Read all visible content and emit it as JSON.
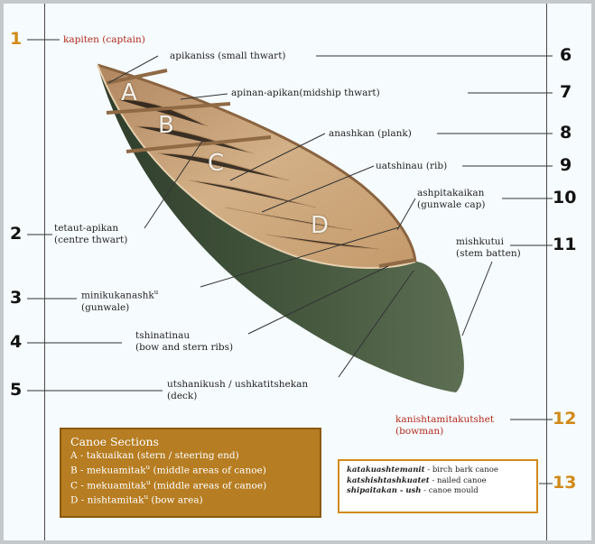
{
  "colors": {
    "label_red": "#b22a1d",
    "number_gold": "#d28a1a",
    "sections_box_bg": "#b67d22",
    "hull_green": "#3f4f3a",
    "wood": "#c9a27a"
  },
  "labels": {
    "captain": "kapiten (captain)",
    "small_thwart": "apikaniss (small thwart)",
    "midship_thwart": "apinan-apikan(midship thwart)",
    "plank": "anashkan (plank)",
    "rib": "uatshinau (rib)",
    "gunwale_cap": [
      "ashpitakaikan",
      "(gunwale cap)"
    ],
    "stem_batten": [
      "mishkutui",
      "(stem batten)"
    ],
    "centre_thwart": [
      "tetaut-apikan",
      "(centre thwart)"
    ],
    "gunwale": [
      "minikukanashk",
      "u",
      "(gunwale)"
    ],
    "ribs": [
      "tshinatinau",
      "(bow and stern ribs)"
    ],
    "deck": [
      "utshanikush / ushkatitshekan",
      "(deck)"
    ],
    "bowman": [
      "kanishtamitakutshet",
      "(bowman)"
    ]
  },
  "numbers": [
    "1",
    "2",
    "3",
    "4",
    "5",
    "6",
    "7",
    "8",
    "9",
    "10",
    "11",
    "12",
    "13"
  ],
  "section_letters": [
    "A",
    "B",
    "C",
    "D"
  ],
  "sections": {
    "title": "Canoe Sections",
    "rows": [
      [
        "A - takuaikan ",
        "(stern / steering end)"
      ],
      [
        "B - mekuamitak",
        "u",
        " (middle areas of canoe)"
      ],
      [
        "C - mekuamitak",
        "u",
        " (middle areas of canoe)"
      ],
      [
        "D - nishtamitak",
        "u",
        " (bow area)"
      ]
    ]
  },
  "terms": [
    [
      "katakuashtemanit",
      " - birch bark canoe"
    ],
    [
      "katshishtashkuatet",
      " - nailed canoe"
    ],
    [
      "shipaitakan - ush",
      " - canoe mould"
    ]
  ]
}
